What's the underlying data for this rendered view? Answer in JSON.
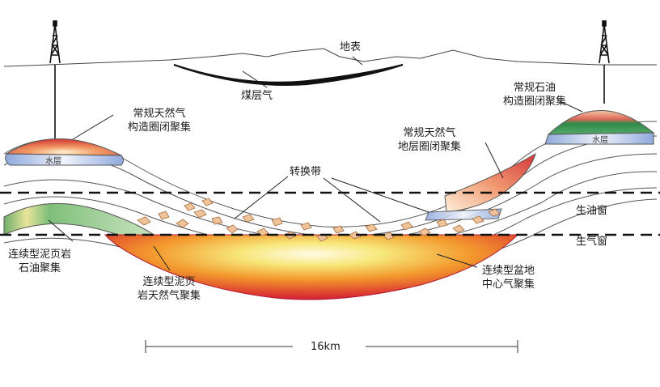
{
  "labels": {
    "surface": "地表",
    "coalbed_gas": "煤层气",
    "conventional_gas_structural_1": "常规天然气",
    "conventional_gas_structural_2": "构造圈闭聚集",
    "conventional_oil_1": "常规石油",
    "conventional_oil_2": "构造圈闭聚集",
    "conventional_gas_strat_1": "常规天然气",
    "conventional_gas_strat_2": "地层圈闭聚集",
    "transition_zone": "转换带",
    "oil_window": "生油窗",
    "gas_window": "生气窗",
    "shale_oil_1": "连续型泥页岩",
    "shale_oil_2": "石油聚集",
    "shale_gas_1": "连续型泥页",
    "shale_gas_2": "岩天然气聚集",
    "basin_center_gas_1": "连续型盆地",
    "basin_center_gas_2": "中心气聚集",
    "water_layer_left": "水层",
    "water_layer_right": "水层",
    "scale": "16km"
  },
  "colors": {
    "gas_red": "#d9233a",
    "oil_green": "#3a8f4a",
    "water_blue": "#9fb7e0",
    "orange": "#f29a2e",
    "yellow": "#f6e37a"
  }
}
